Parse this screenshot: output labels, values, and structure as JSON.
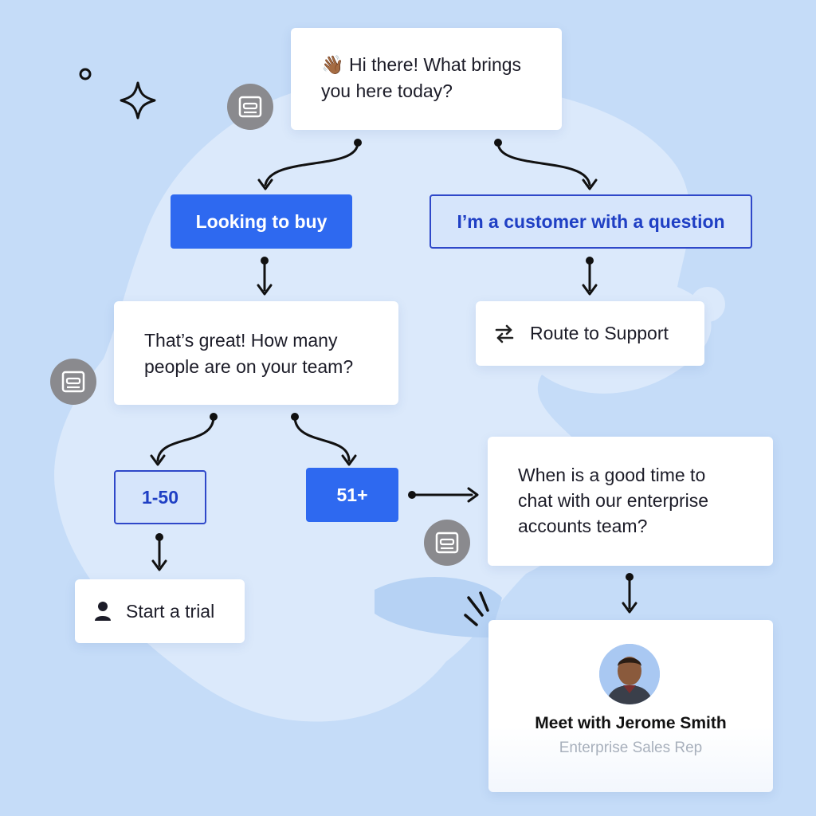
{
  "greeting": {
    "emoji": "👋🏾",
    "line1": "Hi there! What brings",
    "line2": "you here today?"
  },
  "options": {
    "buy": "Looking to buy",
    "customer": "I’m a customer with a question"
  },
  "route": {
    "icon": "swap-arrows-icon",
    "label": "Route to Support"
  },
  "team": {
    "line1": "That’s great! How many",
    "line2": "people are on your team?"
  },
  "sizes": {
    "small": "1-50",
    "large": "51+"
  },
  "trial": {
    "icon": "person-icon",
    "label": "Start a trial"
  },
  "enterprise": {
    "line1": "When is a good time to",
    "line2": "chat with our enterprise",
    "line3": "accounts team?"
  },
  "meeting": {
    "title": "Meet with Jerome Smith",
    "role": "Enterprise Sales Rep",
    "avatar": "avatar-photo"
  },
  "bot_icon": "chat-bot-icon",
  "colors": {
    "background": "#c5dcf8",
    "accent": "#2e69f0",
    "outline": "#2f48c9",
    "bot": "#8a8a8e"
  }
}
